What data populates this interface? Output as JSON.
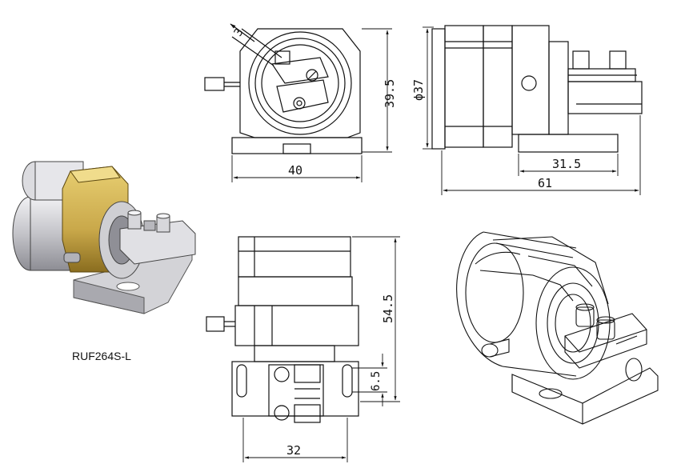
{
  "model": {
    "name": "RUF264S-L"
  },
  "dimensions": {
    "front_slot": "3",
    "front_height": "39.5",
    "front_width": "40",
    "side_diameter": "ϕ37",
    "side_base": "31.5",
    "side_length": "61",
    "top_height": "54.5",
    "top_slot": "6.5",
    "top_width": "32"
  },
  "colors": {
    "line": "#111111",
    "steel_light": "#e4e4e6",
    "steel_mid": "#b9b9be",
    "steel_dark": "#6f6f76",
    "brass": "#c9a84a",
    "brass_dark": "#8a6d1f"
  }
}
